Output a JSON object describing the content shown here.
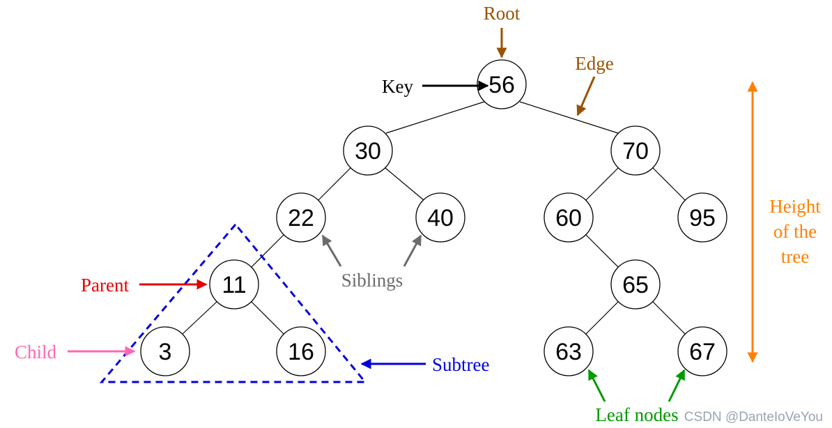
{
  "nodes": {
    "root": "56",
    "n30": "30",
    "n70": "70",
    "n22": "22",
    "n40": "40",
    "n60": "60",
    "n95": "95",
    "n11": "11",
    "n65": "65",
    "n3": "3",
    "n16": "16",
    "n63": "63",
    "n67": "67"
  },
  "labels": {
    "root": "Root",
    "key": "Key",
    "edge": "Edge",
    "siblings": "Siblings",
    "parent": "Parent",
    "child": "Child",
    "subtree": "Subtree",
    "leaf_nodes": "Leaf nodes",
    "height_line1": "Height",
    "height_line2": "of the",
    "height_line3": "tree"
  },
  "watermark": "CSDN @DanteIoVeYou",
  "colors": {
    "root": "#9a5200",
    "edge": "#9a5200",
    "key": "#000000",
    "siblings": "#6b6b6b",
    "parent": "#e80000",
    "child": "#ff66b3",
    "subtree": "#0000dd",
    "leaf_nodes": "#009900",
    "height": "#ff8000"
  }
}
